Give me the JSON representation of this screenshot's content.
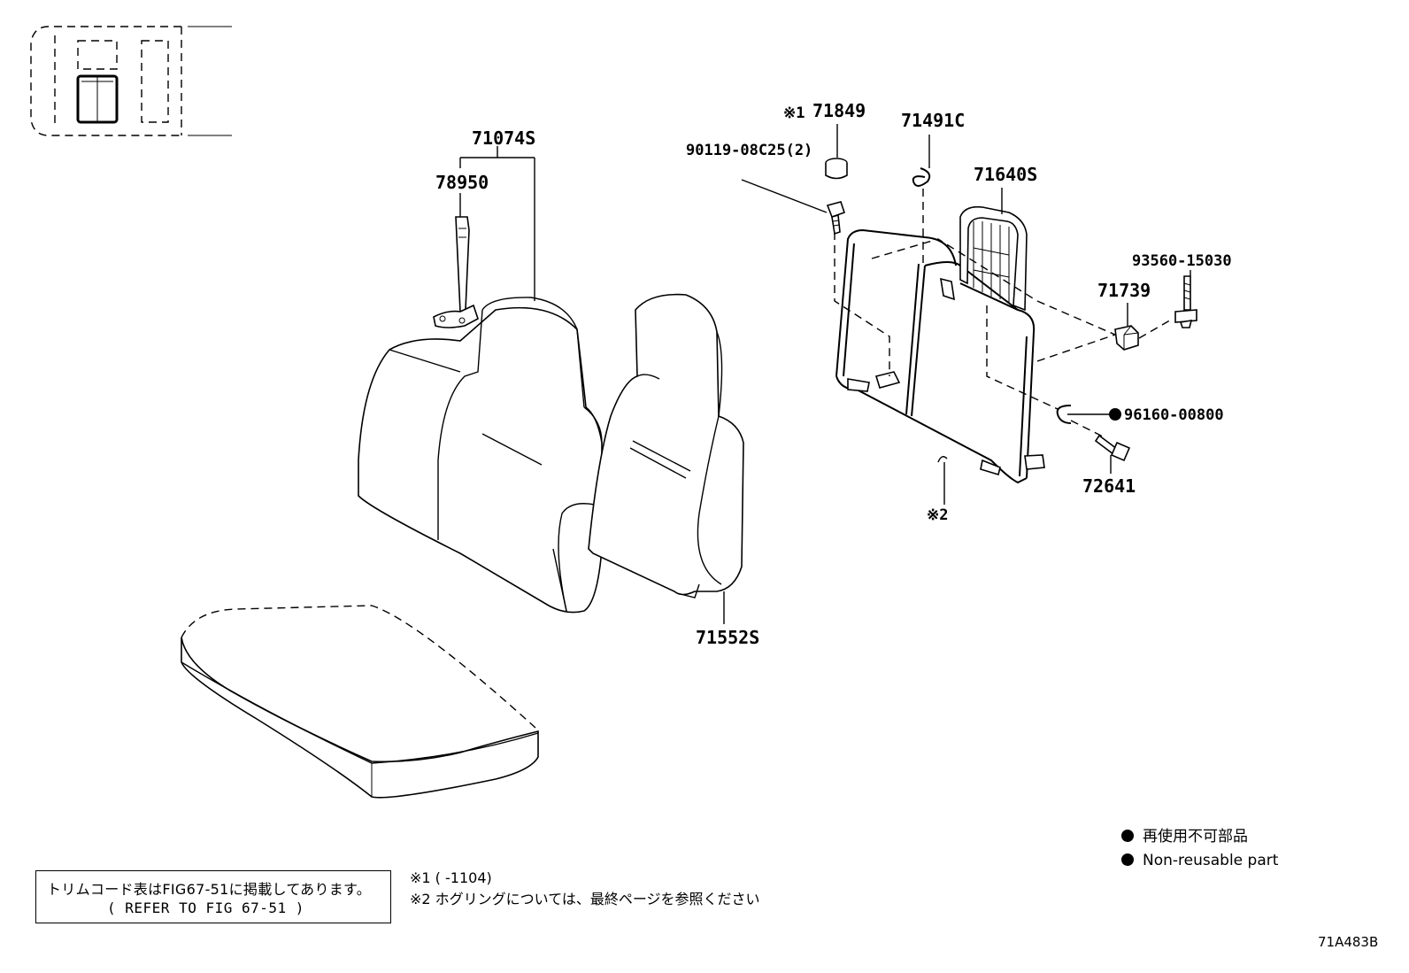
{
  "parts": {
    "p71074s": "71074S",
    "p78950": "78950",
    "p71552s": "71552S",
    "p71849": "71849",
    "p71849_mark": "※1",
    "p90119": "90119-08C25(2)",
    "p71491c": "71491C",
    "p71640s": "71640S",
    "p93560": "93560-15030",
    "p71739": "71739",
    "p96160": "96160-00800",
    "p72641": "72641",
    "mark2": "※2"
  },
  "trim_box": {
    "line1": "トリムコード表はFIG67-51に掲載してあります。",
    "line2": "(   REFER TO FIG 67-51   )"
  },
  "notes": {
    "note1": "※1 (     -1104)",
    "note2": "※2  ホグリングについては、最終ページを参照ください"
  },
  "legend": {
    "ja": "再使用不可部品",
    "en": "Non-reusable part"
  },
  "figure_code": "71A483B",
  "icons": [
    "vehicle-locator-icon",
    "non-reusable-dot-icon"
  ]
}
